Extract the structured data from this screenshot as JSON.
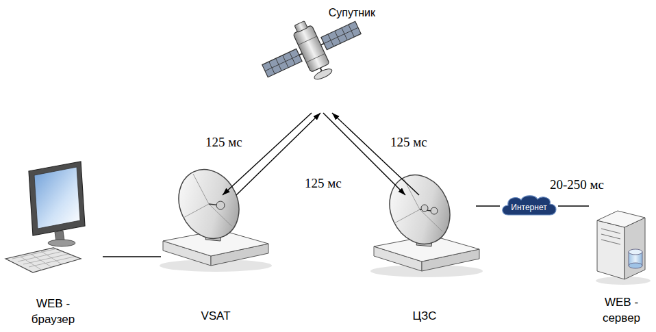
{
  "diagram": {
    "nodes": [
      {
        "text": [
          "Супутник"
        ]
      },
      {
        "text": [
          "WEB - браузер"
        ]
      },
      {
        "text": [
          "VSAT"
        ]
      },
      {
        "text": [
          "ЦЗС"
        ]
      },
      {
        "text": [
          "Интернет"
        ]
      },
      {
        "text": [
          "WEB - сервер"
        ]
      }
    ],
    "edges": [
      {
        "from": 0,
        "to": 2,
        "arrow": "to",
        "label": "125 мс"
      },
      {
        "from": 2,
        "to": 0,
        "arrow": "to"
      },
      {
        "from": 0,
        "to": 3,
        "arrow": "to",
        "label": "125 мс"
      },
      {
        "from": 3,
        "to": 0,
        "arrow": "to",
        "label": "125 мс"
      },
      {
        "from": 1,
        "to": 2,
        "arrow": "none"
      },
      {
        "from": 3,
        "to": 4,
        "arrow": "none"
      },
      {
        "from": 4,
        "to": 5,
        "arrow": "none"
      }
    ],
    "labels": [
      "20-250 мс"
    ]
  }
}
